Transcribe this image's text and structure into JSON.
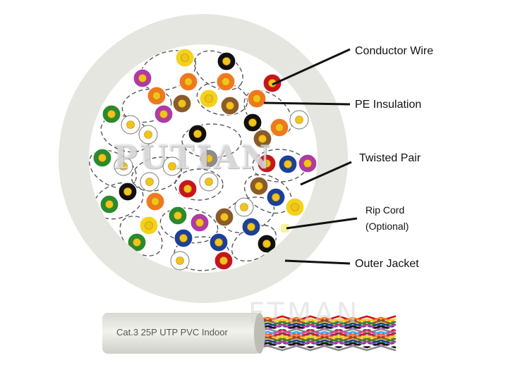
{
  "labels": {
    "conductor_wire": "Conductor Wire",
    "pe_insulation": "PE Insulation",
    "twisted_pair": "Twisted Pair",
    "rip_cord_line1": "Rip Cord",
    "rip_cord_line2": "(Optional)",
    "outer_jacket": "Outer Jacket"
  },
  "watermark": "PUTIAN",
  "watermark_background": "FTMAN",
  "cable_print": "Cat.3 25P UTP  PVC Indoor",
  "colors": {
    "jacket": "#e6e6e0",
    "conductor_core": "#f0c419",
    "leader_line": "#111111",
    "wire_colors": [
      "#c8151b",
      "#f0781e",
      "#f4d21a",
      "#8a5a2b",
      "#2a8a2e",
      "#1c3f99",
      "#b03aa6",
      "#111111",
      "#ffffff",
      "#8c8c8c"
    ]
  }
}
